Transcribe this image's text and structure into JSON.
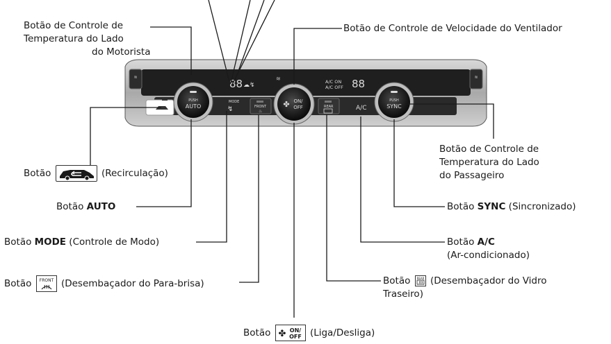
{
  "labels": {
    "driver_temp": [
      "Botão de Controle de",
      "Temperatura do Lado",
      "do Motorista"
    ],
    "fan_speed": "Botão de Controle de Velocidade do Ventilador",
    "passenger_temp": [
      "Botão de Controle de",
      "Temperatura do Lado",
      "do Passageiro"
    ],
    "recirc": {
      "prefix": "Botão",
      "suffix": "(Recirculação)"
    },
    "auto": {
      "prefix": "Botão",
      "bold": "AUTO"
    },
    "mode": {
      "prefix": "Botão",
      "bold": "MODE",
      "suffix": "(Controle de Modo)"
    },
    "front_defrost": {
      "prefix": "Botão",
      "suffix": "(Desembaçador do Para-brisa)"
    },
    "sync": {
      "prefix": "Botão",
      "bold": "SYNC",
      "suffix": "(Sincronizado)"
    },
    "ac": {
      "prefix": "Botão",
      "bold": "A/C",
      "suffix": "(Ar-condicionado)"
    },
    "rear_defrost": {
      "prefix": "Botão",
      "suffix": "(Desembaçador do Vidro",
      "suffix2": "Traseiro)"
    },
    "onoff": {
      "prefix": "Botão",
      "suffix": "(Liga/Desliga)"
    }
  },
  "panel": {
    "left_knob_top": "PUSH",
    "left_knob_bottom": "AUTO",
    "center_knob_top": "ON/",
    "center_knob_bottom": "OFF",
    "right_knob_top": "PUSH",
    "right_knob_bottom": "SYNC",
    "mode_label": "MODE",
    "front_label": "FRONT",
    "rear_label": "REAR",
    "ac_button_label": "A/C",
    "display_left": "88",
    "display_right": "88",
    "display_ac": "A/C ON",
    "display_acoff": "A/C OFF"
  },
  "icons": {
    "recirc_icon": "recirculation-car-icon",
    "front_icon": "front-defrost-icon",
    "rear_icon": "rear-defrost-icon",
    "fan_icon": "fan-icon"
  }
}
